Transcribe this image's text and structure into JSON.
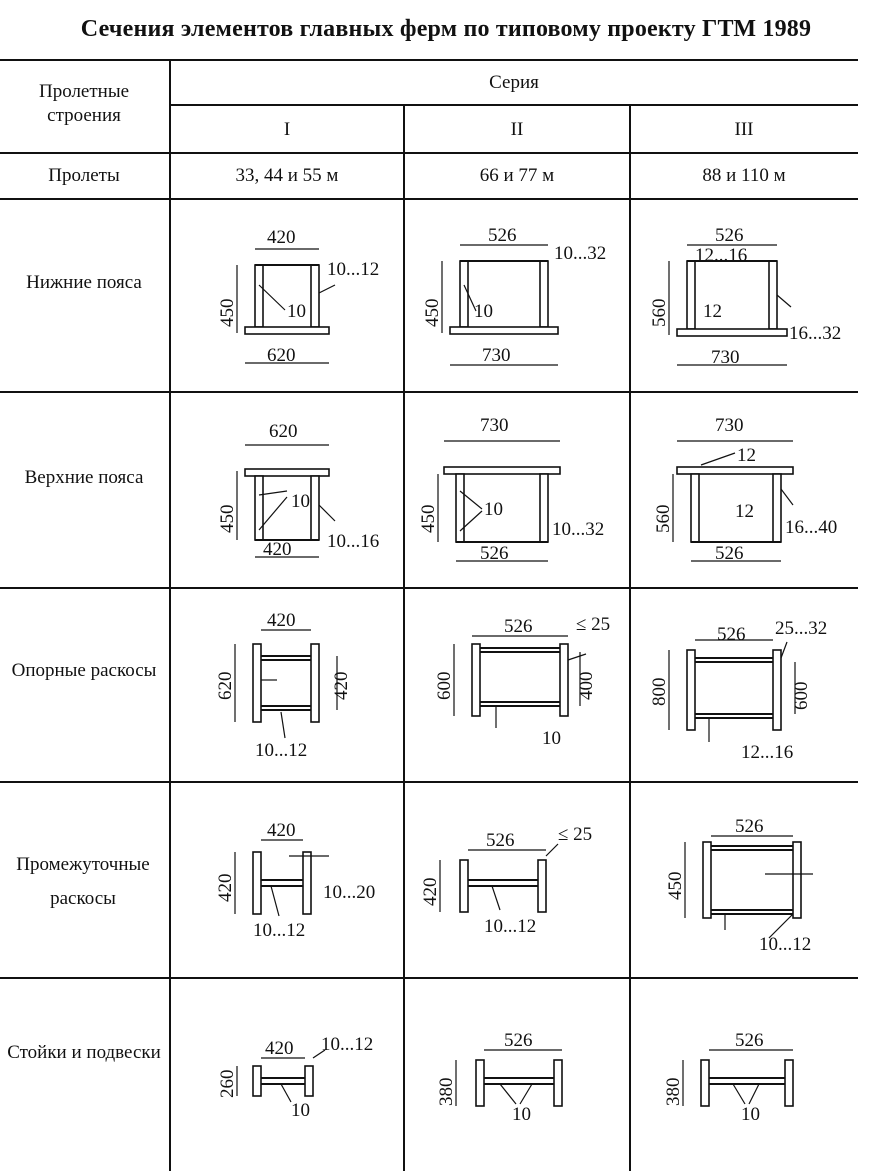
{
  "title": "Сечения элементов главных ферм по типовому проекту ГТМ 1989",
  "header": {
    "col0": "Пролетные строения",
    "series": "Серия",
    "s1": "I",
    "s2": "II",
    "s3": "III",
    "spans_label": "Пролеты",
    "span1": "33, 44 и 55 м",
    "span2": "66 и 77 м",
    "span3": "88 и 110 м"
  },
  "rows": [
    {
      "label": "Нижние пояса",
      "c1": [
        "420",
        "450",
        "10...12",
        "10",
        "620"
      ],
      "c2": [
        "526",
        "450",
        "10...32",
        "10",
        "730"
      ],
      "c3": [
        "526",
        "12...16",
        "560",
        "12",
        "16...32",
        "730"
      ]
    },
    {
      "label": "Верхние пояса",
      "c1": [
        "620",
        "450",
        "10",
        "10...16",
        "420"
      ],
      "c2": [
        "730",
        "450",
        "10",
        "10...32",
        "526"
      ],
      "c3": [
        "730",
        "12",
        "560",
        "12",
        "16...40",
        "526"
      ]
    },
    {
      "label": "Опорные раскосы",
      "c1": [
        "420",
        "620",
        "420",
        "10...12"
      ],
      "c2": [
        "526",
        "≤ 25",
        "600",
        "400",
        "10"
      ],
      "c3": [
        "526",
        "25...32",
        "800",
        "600",
        "12...16"
      ]
    },
    {
      "label": "Промежуточные раскосы",
      "c1": [
        "420",
        "420",
        "10...20",
        "10...12"
      ],
      "c2": [
        "526",
        "≤ 25",
        "420",
        "10...12"
      ],
      "c3": [
        "526",
        "450",
        "10...12"
      ]
    },
    {
      "label": "Стойки и подвески",
      "c1": [
        "420",
        "10...12",
        "260",
        "10"
      ],
      "c2": [
        "526",
        "380",
        "10"
      ],
      "c3": [
        "526",
        "380",
        "10"
      ]
    }
  ]
}
